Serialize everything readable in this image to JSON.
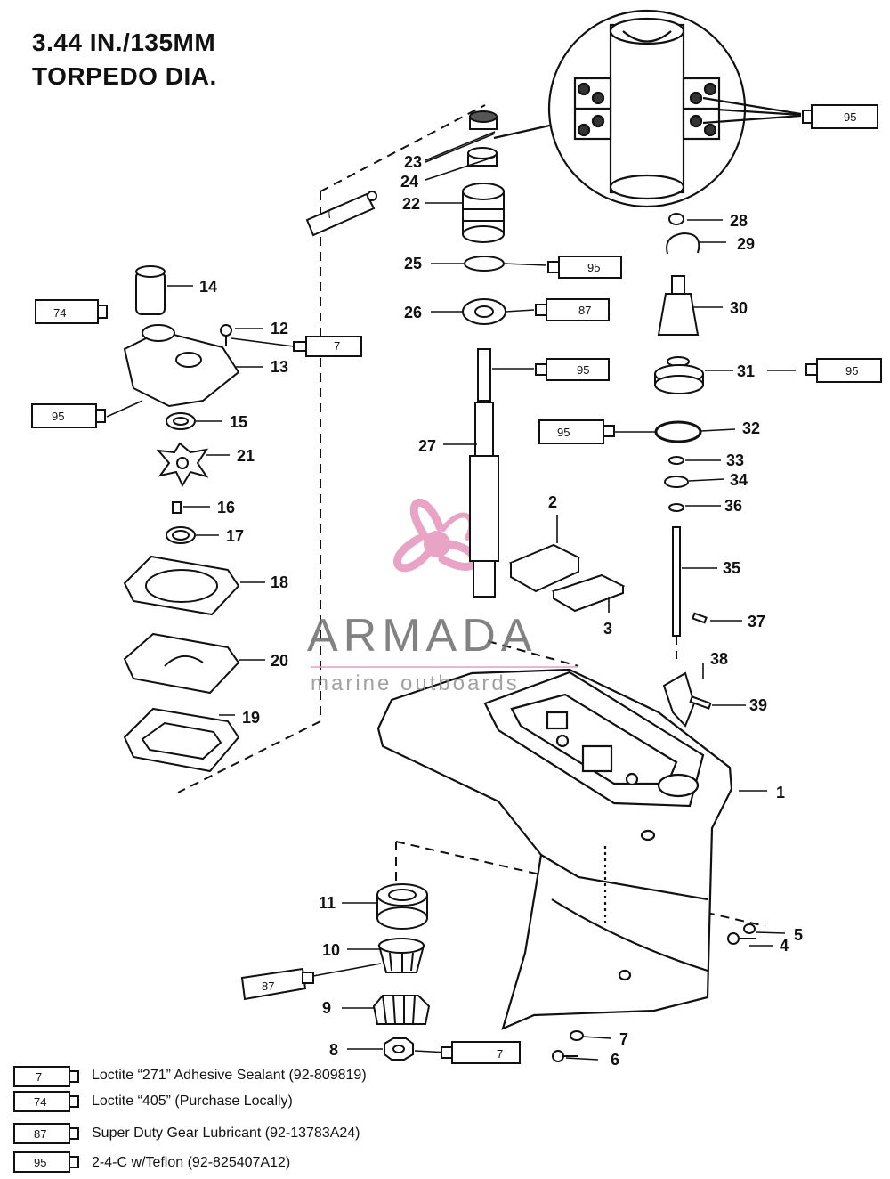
{
  "title": {
    "line1": "3.44 IN./135MM",
    "line2": "TORPEDO DIA."
  },
  "part_numbers": [
    "1",
    "2",
    "3",
    "4",
    "5",
    "6",
    "7",
    "8",
    "9",
    "10",
    "11",
    "12",
    "13",
    "14",
    "15",
    "16",
    "17",
    "18",
    "19",
    "20",
    "21",
    "22",
    "23",
    "24",
    "25",
    "26",
    "27",
    "28",
    "29",
    "30",
    "31",
    "32",
    "33",
    "34",
    "35",
    "36",
    "37",
    "38",
    "39"
  ],
  "tube_codes": [
    "7",
    "74",
    "87",
    "95"
  ],
  "legend": [
    {
      "code": "7",
      "text": "Loctite “271” Adhesive Sealant (92-809819)"
    },
    {
      "code": "74",
      "text": "Loctite “405” (Purchase Locally)"
    },
    {
      "code": "87",
      "text": "Super Duty Gear Lubricant (92-13783A24)"
    },
    {
      "code": "95",
      "text": "2-4-C w/Teflon (92-825407A12)"
    }
  ],
  "watermark": {
    "brand": "ARMADA",
    "tagline": "marine outboards"
  },
  "colors": {
    "line": "#111111",
    "logo_pink": "#e9a3c5",
    "watermark_gray": "#6d6d6d"
  }
}
